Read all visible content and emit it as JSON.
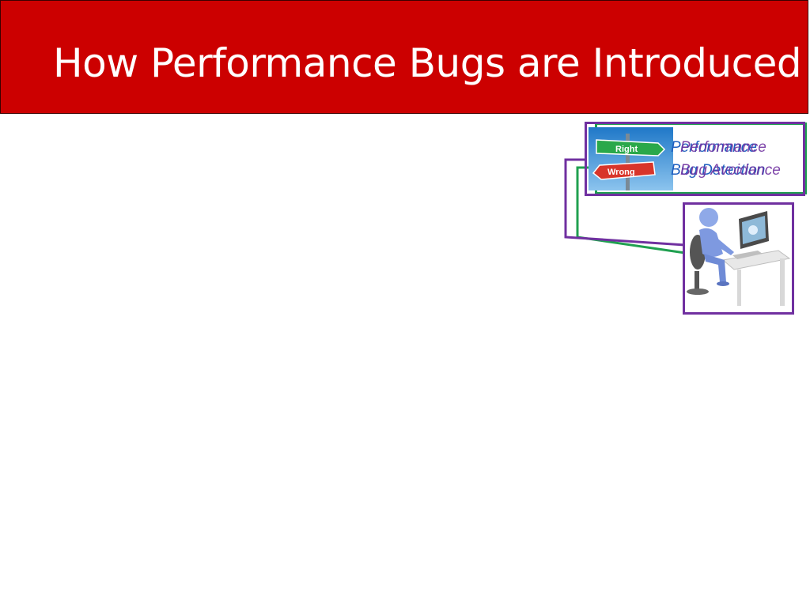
{
  "slide": {
    "title": "How Performance Bugs are Introduced"
  },
  "labels": {
    "performance_bug_detection_line1": "Performance",
    "performance_bug_detection_line2": "Bug Detection",
    "performance_avoidance_line1": "Performance",
    "performance_avoidance_line2": "Bug Avoidance"
  },
  "colors": {
    "title_background": "#cc0000",
    "title_text": "#ffffff",
    "frame_green": "#20a050",
    "frame_purple": "#7030a0",
    "label_blue": "#1f5fbf"
  },
  "images": {
    "sign_left": "Right",
    "sign_right": "Wrong"
  }
}
